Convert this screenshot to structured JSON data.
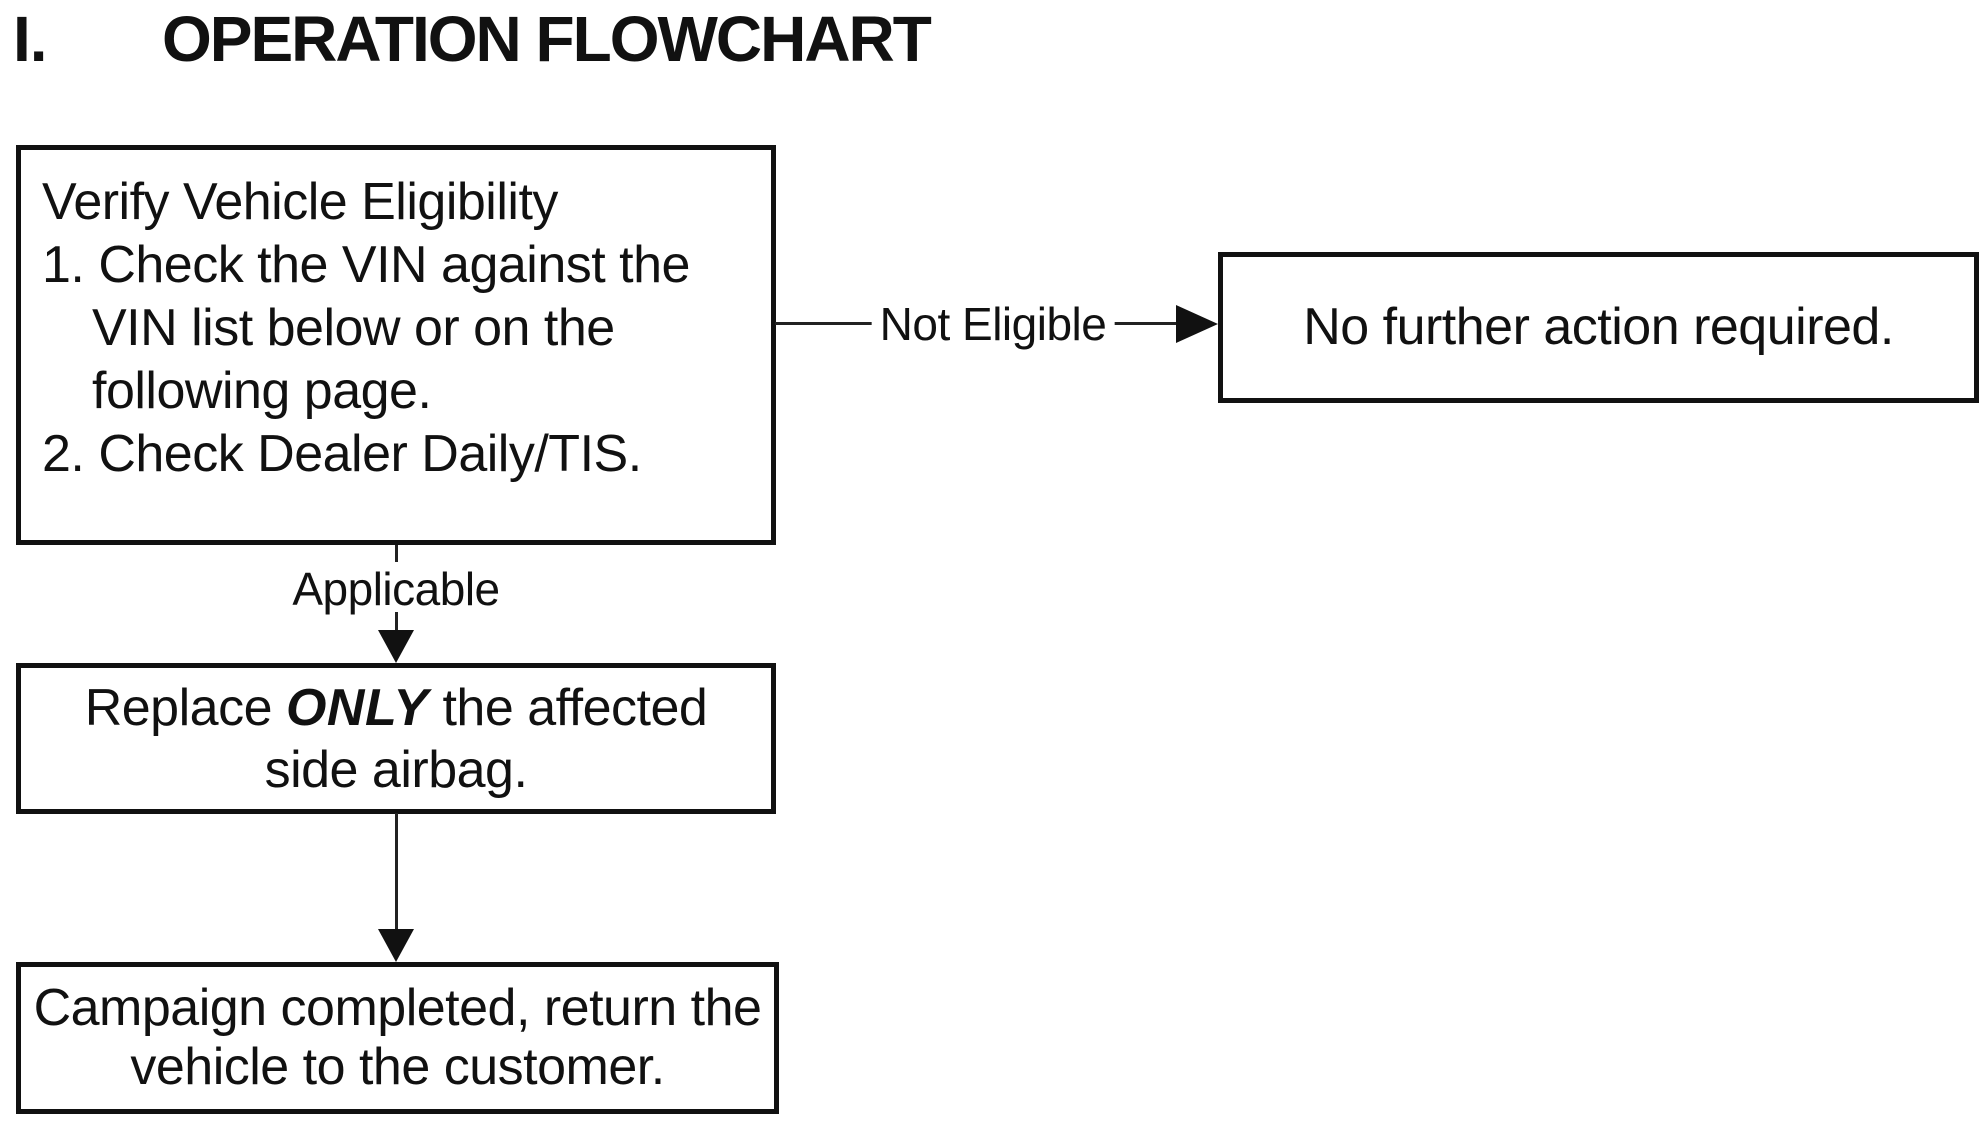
{
  "title": {
    "numeral": "I.",
    "text": "OPERATION FLOWCHART"
  },
  "flowchart": {
    "verify_box": {
      "lines": [
        "Verify Vehicle Eligibility",
        "1. Check the VIN against the",
        "VIN list below or on the",
        "following page.",
        "2. Check Dealer Daily/TIS."
      ]
    },
    "not_eligible_label": "Not Eligible",
    "no_action_box": {
      "text": "No further action required."
    },
    "applicable_label": "Applicable",
    "replace_box": {
      "line1_pre": "Replace ",
      "line1_emphasis": "ONLY",
      "line1_post": " the affected",
      "line2": "side airbag."
    },
    "complete_box": {
      "line1": "Campaign completed, return the",
      "line2": "vehicle to the customer."
    }
  },
  "colors": {
    "ink": "#111111",
    "background": "#ffffff"
  }
}
